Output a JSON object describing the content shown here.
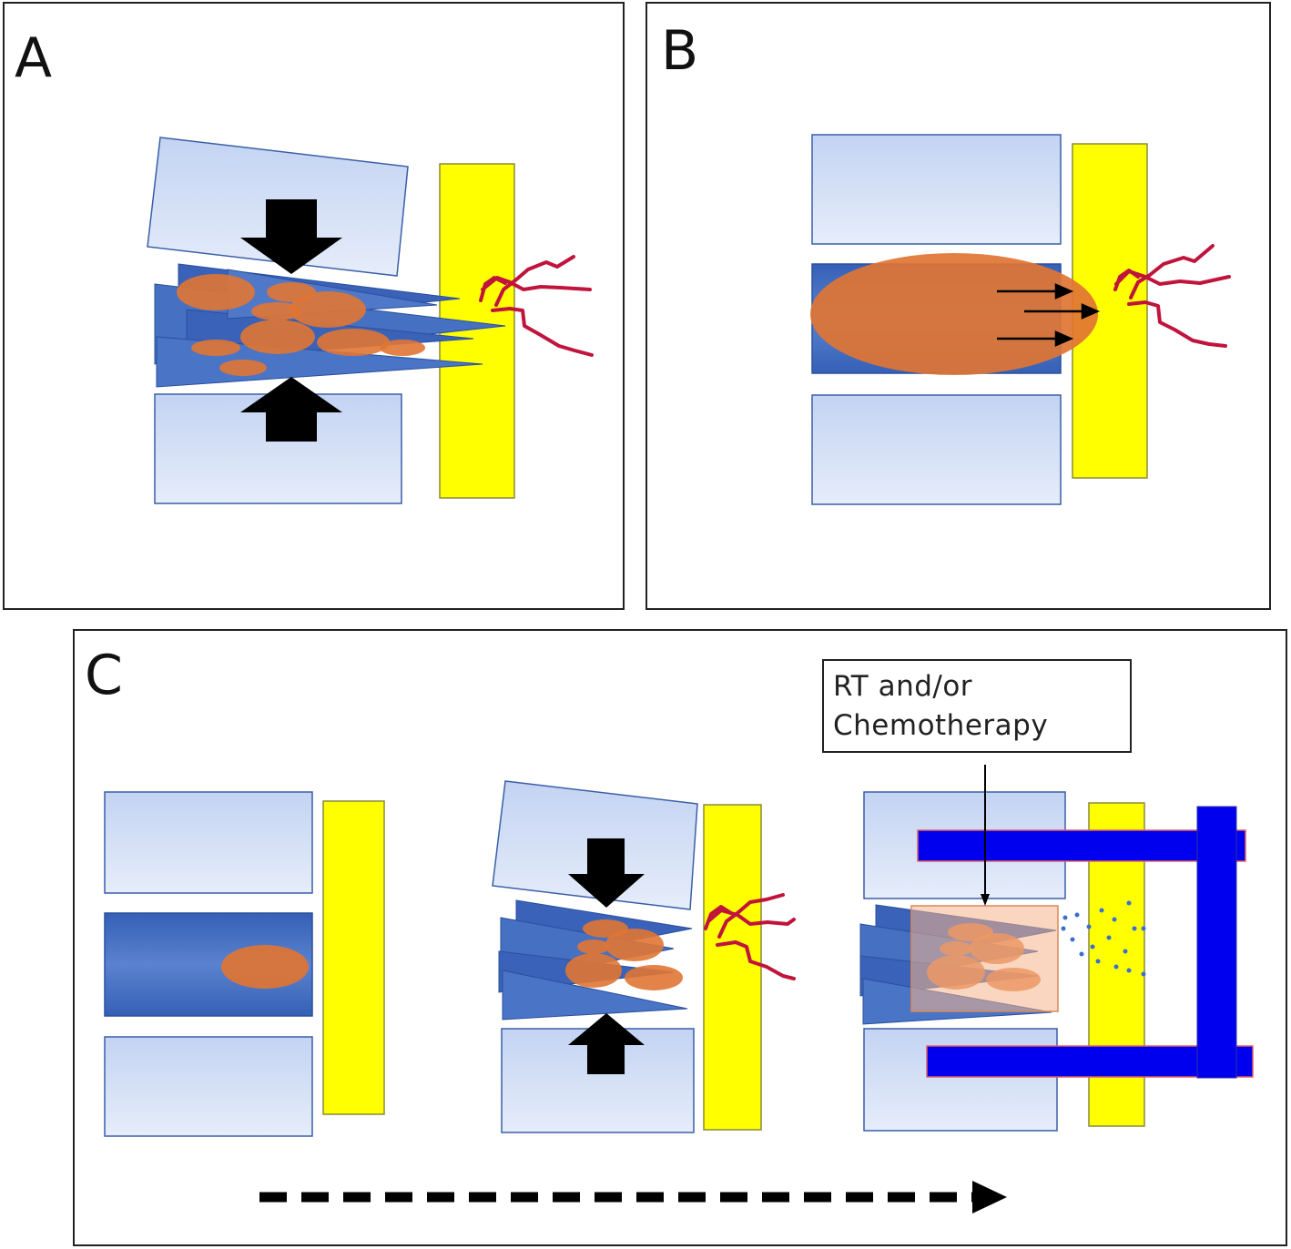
{
  "panels": {
    "a": {
      "letter": "A"
    },
    "b": {
      "letter": "B"
    },
    "c": {
      "letter": "C",
      "treatment_label": {
        "line1": "RT and/or",
        "line2": "Chemotherapy"
      }
    }
  },
  "colors": {
    "vertebra_light": "#dce6f7",
    "vertebra_dark": "#b7cbee",
    "vertebra_border": "#3a5fa8",
    "disc_dark": "#3a62b8",
    "disc_light": "#5a80cc",
    "spinal_cord": "#ffff00",
    "spinal_cord_border": "#8a8a3a",
    "tumor": "#e07534",
    "nerve": "#c0143c",
    "fixation_rod": "#0000ee",
    "fixation_rod_border": "#e06060",
    "arrow": "#000000",
    "treatment_field": "#f6b48c"
  },
  "icons": [
    "compression-arrow-icon",
    "extension-arrow-icon",
    "progression-arrow-icon"
  ]
}
